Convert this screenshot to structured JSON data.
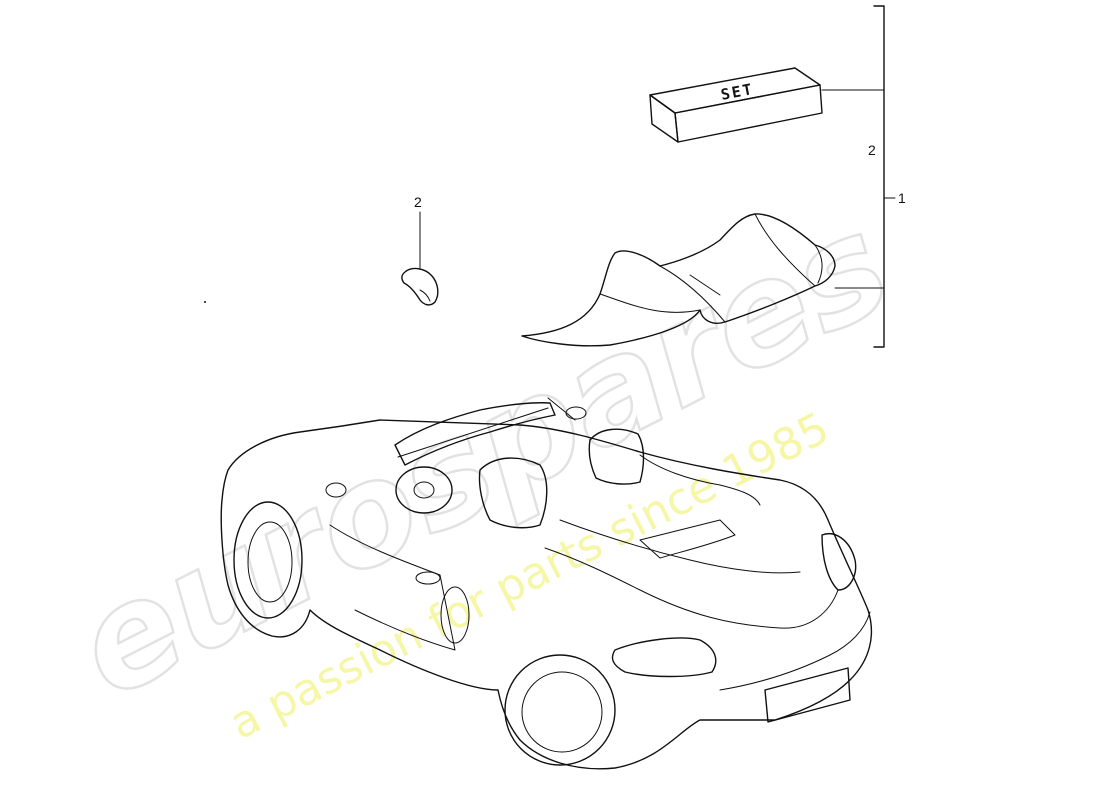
{
  "labels": {
    "kit_bracket_number": "2",
    "sub_item_number": "1",
    "clip_part_number": "2",
    "set_box_text": "SET"
  },
  "watermark": {
    "logo_text": "eurospares",
    "tagline": "a passion for parts since 1985",
    "logo_color": "#d9d9d9",
    "tagline_color": "#f0f060"
  },
  "colors": {
    "line": "#111111",
    "background": "#ffffff"
  }
}
